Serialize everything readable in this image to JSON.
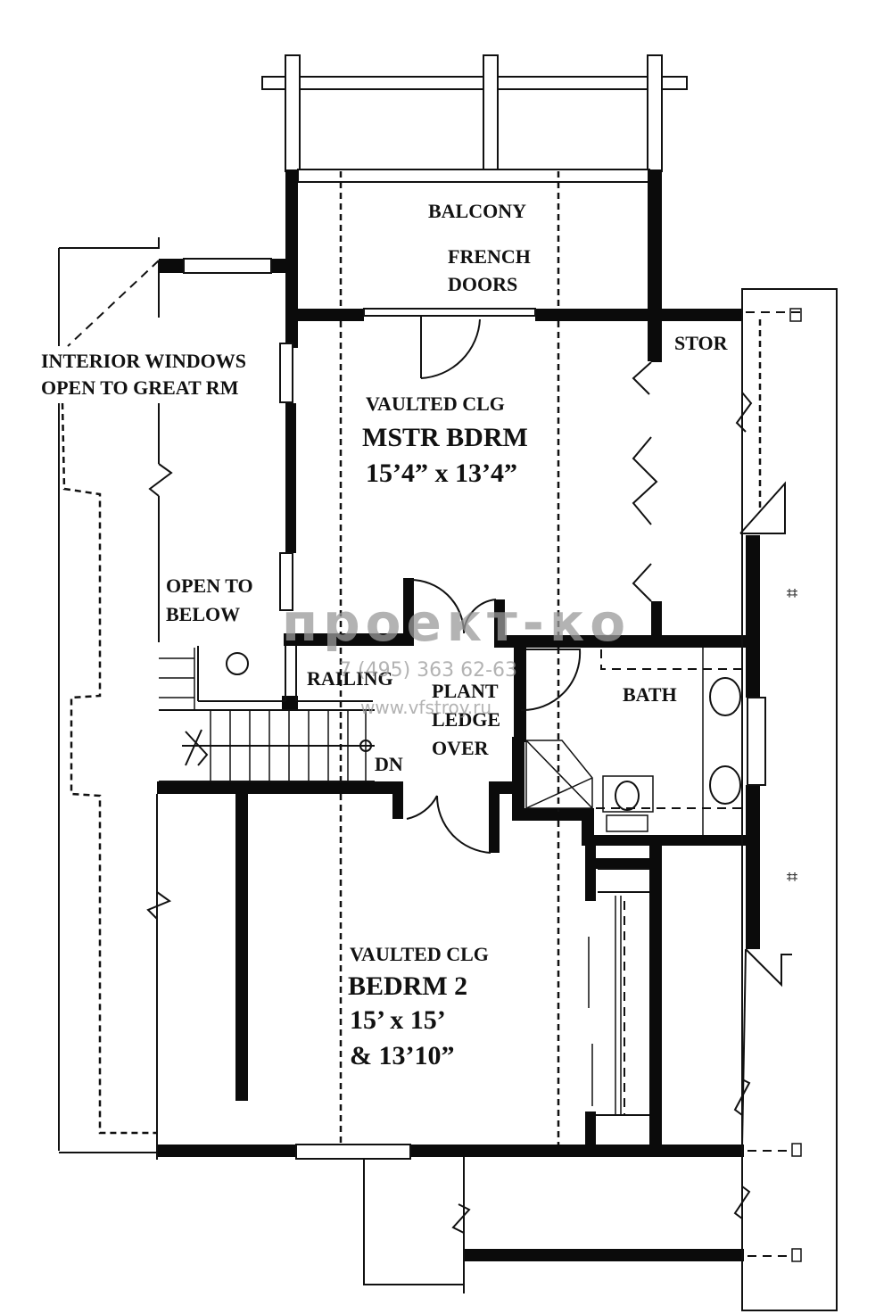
{
  "plan_title": "Second floor plan",
  "rooms": {
    "balcony": {
      "label": "BALCONY"
    },
    "french_doors": {
      "line1": "FRENCH",
      "line2": "DOORS"
    },
    "master": {
      "ceiling": "VAULTED CLG",
      "name": "MSTR BDRM",
      "size": "15’4” x 13’4”"
    },
    "storage": {
      "label": "STOR"
    },
    "interior_windows": {
      "line1": "INTERIOR WINDOWS",
      "line2": "OPEN TO GREAT RM"
    },
    "open_below": {
      "line1": "OPEN TO",
      "line2": "BELOW"
    },
    "railing": {
      "label": "RAILING"
    },
    "plant_ledge": {
      "line1": "PLANT",
      "line2": "LEDGE",
      "line3": "OVER"
    },
    "stairs": {
      "label": "DN"
    },
    "bath": {
      "label": "BATH"
    },
    "bedroom2": {
      "ceiling": "VAULTED CLG",
      "name": "BEDRM 2",
      "size1": "15’ x 15’",
      "size2": "& 13’10”"
    }
  },
  "watermark": {
    "brand": "проект-ко",
    "phone": "7 (495) 363 62-63",
    "url": "www.vfstroy.ru"
  }
}
